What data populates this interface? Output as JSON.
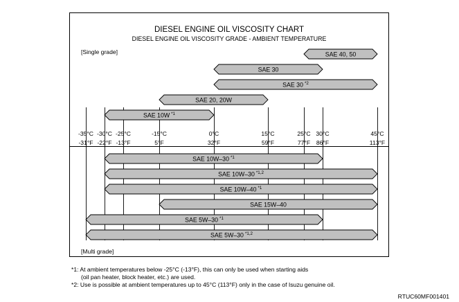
{
  "title": "DIESEL ENGINE OIL VISCOSITY CHART",
  "subtitle": "DIESEL ENGINE OIL VISCOSITY GRADE - AMBIENT TEMPERATURE",
  "single_label": "[Single grade]",
  "multi_label": "[Multi grade]",
  "ref_code": "RTUC60MF001401",
  "bar_color": "#c0c0c0",
  "chart_data": {
    "type": "range-bar",
    "temps_c": [
      {
        "c": -35,
        "label": "-35°C"
      },
      {
        "c": -30,
        "label": "-30°C"
      },
      {
        "c": -25,
        "label": "-25°C"
      },
      {
        "c": -15,
        "label": "-15°C"
      },
      {
        "c": 0,
        "label": "0°C"
      },
      {
        "c": 15,
        "label": "15°C"
      },
      {
        "c": 25,
        "label": "25°C"
      },
      {
        "c": 30,
        "label": "30°C"
      },
      {
        "c": 45,
        "label": "45°C"
      }
    ],
    "temps_f": [
      {
        "c": -35,
        "label": "-31°F"
      },
      {
        "c": -30,
        "label": "-22°F"
      },
      {
        "c": -25,
        "label": "-13°F"
      },
      {
        "c": -15,
        "label": "5°F"
      },
      {
        "c": 0,
        "label": "32°F"
      },
      {
        "c": 15,
        "label": "59°F"
      },
      {
        "c": 25,
        "label": "77°F"
      },
      {
        "c": 30,
        "label": "86°F"
      },
      {
        "c": 45,
        "label": "113°F"
      }
    ],
    "single_grade": [
      {
        "name": "SAE 40, 50",
        "note": "",
        "from": 25,
        "to": 45
      },
      {
        "name": "SAE 30",
        "note": "",
        "from": 0,
        "to": 30
      },
      {
        "name": "SAE 30",
        "note": "*2",
        "from": 0,
        "to": 45
      },
      {
        "name": "SAE 20, 20W",
        "note": "",
        "from": -15,
        "to": 15
      },
      {
        "name": "SAE 10W",
        "note": "*1",
        "from": -30,
        "to": 0
      }
    ],
    "multi_grade": [
      {
        "name": "SAE 10W–30",
        "note": "*1",
        "from": -30,
        "to": 30
      },
      {
        "name": "SAE 10W–30",
        "note": "*1,2",
        "from": -30,
        "to": 45
      },
      {
        "name": "SAE 10W–40",
        "note": "*1",
        "from": -30,
        "to": 45
      },
      {
        "name": "SAE 15W–40",
        "note": "",
        "from": -15,
        "to": 45
      },
      {
        "name": "SAE 5W–30",
        "note": "*1",
        "from": -35,
        "to": 30
      },
      {
        "name": "SAE 5W–30",
        "note": "*1,2",
        "from": -35,
        "to": 45
      }
    ]
  },
  "footnotes": {
    "n1_line1": "*1: At ambient temperatures below -25°C (-13°F), this can only be used when starting aids",
    "n1_line2": "(oil pan heater, block heater, etc.) are used.",
    "n2": "*2: Use is possible at ambient temperatures up to 45°C (113°F) only in the case of Isuzu genuine oil."
  }
}
